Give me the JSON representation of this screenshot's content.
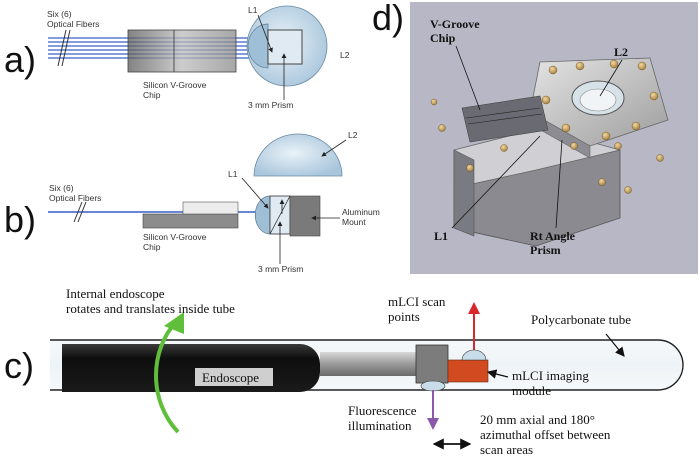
{
  "panels": {
    "a": {
      "letter": "a)",
      "labels": {
        "fibers": [
          "Six (6)",
          "Optical Fibers"
        ],
        "chip": [
          "Silicon V-Groove",
          "Chip"
        ],
        "prism": "3 mm Prism",
        "l1": "L1",
        "l2": "L2"
      }
    },
    "b": {
      "letter": "b)",
      "labels": {
        "fibers": [
          "Six (6)",
          "Optical Fibers"
        ],
        "chip": [
          "Silicon V-Groove",
          "Chip"
        ],
        "prism": "3 mm Prism",
        "mount": [
          "Aluminum",
          "Mount"
        ],
        "l1": "L1",
        "l2": "L2"
      }
    },
    "c": {
      "letter": "c)",
      "labels": {
        "internal": [
          "Internal endoscope",
          "rotates and translates inside tube"
        ],
        "endoscope": "Endoscope",
        "scan_points": [
          "mLCI scan",
          "points"
        ],
        "tube": "Polycarbonate tube",
        "module": [
          "mLCI imaging",
          "module"
        ],
        "fluorescence": [
          "Fluorescence",
          "illumination"
        ],
        "offset": [
          "20 mm axial and 180°",
          "azimuthal offset between",
          "scan areas"
        ]
      }
    },
    "d": {
      "letter": "d)",
      "labels": {
        "chip": [
          "V-Groove",
          "Chip"
        ],
        "l2": "L2",
        "l1": "L1",
        "prism": [
          "Rt Angle",
          "Prism"
        ]
      }
    }
  },
  "colors": {
    "fiber": "#3a5fc8",
    "lens": "#c8dcea",
    "arrow_green": "#5fbf3a",
    "arrow_red": "#d9262a",
    "arrow_purple": "#8a5aa8",
    "module": "#d24a1f",
    "render_bg": "#b8b8c8"
  }
}
